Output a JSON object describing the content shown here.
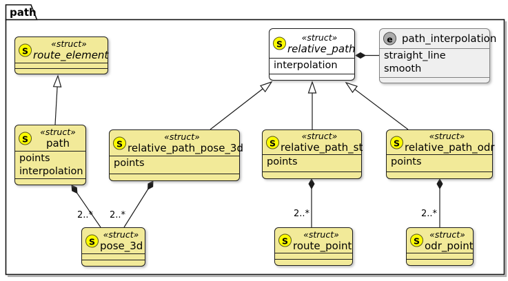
{
  "package": {
    "title": "path"
  },
  "classes": [
    {
      "id": "route_element",
      "kind": "struct",
      "stereotype": "«struct»",
      "name": "route_element",
      "abstract": true,
      "icon_letter": "S",
      "attributes": []
    },
    {
      "id": "relative_path",
      "kind": "struct",
      "stereotype": "«struct»",
      "name": "relative_path",
      "abstract": true,
      "icon_letter": "S",
      "attributes": [
        "interpolation"
      ]
    },
    {
      "id": "path_interpolation",
      "kind": "enum",
      "name": "path_interpolation",
      "abstract": false,
      "icon_letter": "e",
      "values": [
        "straight_line",
        "smooth"
      ]
    },
    {
      "id": "path",
      "kind": "struct",
      "stereotype": "«struct»",
      "name": "path",
      "abstract": false,
      "icon_letter": "S",
      "attributes": [
        "points",
        "interpolation"
      ]
    },
    {
      "id": "relative_path_pose_3d",
      "kind": "struct",
      "stereotype": "«struct»",
      "name": "relative_path_pose_3d",
      "abstract": false,
      "icon_letter": "S",
      "attributes": [
        "points"
      ]
    },
    {
      "id": "relative_path_st",
      "kind": "struct",
      "stereotype": "«struct»",
      "name": "relative_path_st",
      "abstract": false,
      "icon_letter": "S",
      "attributes": [
        "points"
      ]
    },
    {
      "id": "relative_path_odr",
      "kind": "struct",
      "stereotype": "«struct»",
      "name": "relative_path_odr",
      "abstract": false,
      "icon_letter": "S",
      "attributes": [
        "points"
      ]
    },
    {
      "id": "pose_3d",
      "kind": "struct",
      "stereotype": "«struct»",
      "name": "pose_3d",
      "abstract": false,
      "icon_letter": "S",
      "attributes": []
    },
    {
      "id": "route_point",
      "kind": "struct",
      "stereotype": "«struct»",
      "name": "route_point",
      "abstract": false,
      "icon_letter": "S",
      "attributes": []
    },
    {
      "id": "odr_point",
      "kind": "struct",
      "stereotype": "«struct»",
      "name": "odr_point",
      "abstract": false,
      "icon_letter": "S",
      "attributes": []
    }
  ],
  "relationships": [
    {
      "type": "generalization",
      "from": "path",
      "to": "route_element",
      "label": ""
    },
    {
      "type": "generalization",
      "from": "relative_path_pose_3d",
      "to": "relative_path",
      "label": ""
    },
    {
      "type": "generalization",
      "from": "relative_path_st",
      "to": "relative_path",
      "label": ""
    },
    {
      "type": "generalization",
      "from": "relative_path_odr",
      "to": "relative_path",
      "label": ""
    },
    {
      "type": "composition",
      "from": "relative_path",
      "to": "path_interpolation",
      "label": ""
    },
    {
      "type": "composition",
      "from": "path",
      "to": "pose_3d",
      "label": "2..*"
    },
    {
      "type": "composition",
      "from": "relative_path_pose_3d",
      "to": "pose_3d",
      "label": "2..*"
    },
    {
      "type": "composition",
      "from": "relative_path_st",
      "to": "route_point",
      "label": "2..*"
    },
    {
      "type": "composition",
      "from": "relative_path_odr",
      "to": "odr_point",
      "label": "2..*"
    }
  ],
  "colors": {
    "struct_fill": "#F2EA99",
    "relative_path_fill": "#FFFFFF",
    "enum_fill": "#EFEFEF",
    "struct_icon_fill": "#FBFB00",
    "enum_icon_fill": "#ABABAB",
    "border": "#1C1C1C",
    "enum_border": "#808080"
  }
}
